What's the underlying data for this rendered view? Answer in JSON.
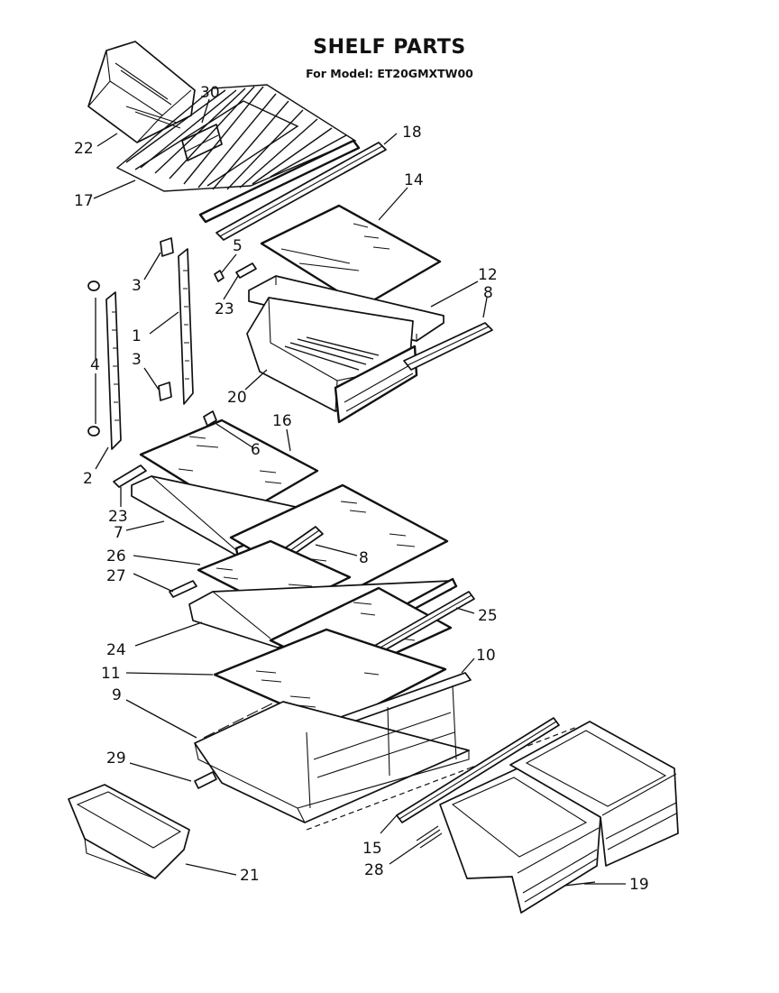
{
  "title": "SHELF PARTS",
  "subtitle": "For Model: ET20GMXTW00",
  "callouts": [
    {
      "id": "22",
      "text": "22"
    },
    {
      "id": "30",
      "text": "30"
    },
    {
      "id": "18",
      "text": "18"
    },
    {
      "id": "17",
      "text": "17"
    },
    {
      "id": "14",
      "text": "14"
    },
    {
      "id": "5",
      "text": "5"
    },
    {
      "id": "3a",
      "text": "3"
    },
    {
      "id": "23a",
      "text": "23"
    },
    {
      "id": "12",
      "text": "12"
    },
    {
      "id": "8a",
      "text": "8"
    },
    {
      "id": "1",
      "text": "1"
    },
    {
      "id": "4",
      "text": "4"
    },
    {
      "id": "3b",
      "text": "3"
    },
    {
      "id": "20",
      "text": "20"
    },
    {
      "id": "16",
      "text": "16"
    },
    {
      "id": "6",
      "text": "6"
    },
    {
      "id": "2",
      "text": "2"
    },
    {
      "id": "23b",
      "text": "23"
    },
    {
      "id": "7",
      "text": "7"
    },
    {
      "id": "26",
      "text": "26"
    },
    {
      "id": "8b",
      "text": "8"
    },
    {
      "id": "27",
      "text": "27"
    },
    {
      "id": "25",
      "text": "25"
    },
    {
      "id": "24",
      "text": "24"
    },
    {
      "id": "10",
      "text": "10"
    },
    {
      "id": "11",
      "text": "11"
    },
    {
      "id": "9",
      "text": "9"
    },
    {
      "id": "29",
      "text": "29"
    },
    {
      "id": "21",
      "text": "21"
    },
    {
      "id": "15",
      "text": "15"
    },
    {
      "id": "28",
      "text": "28"
    },
    {
      "id": "19",
      "text": "19"
    }
  ]
}
